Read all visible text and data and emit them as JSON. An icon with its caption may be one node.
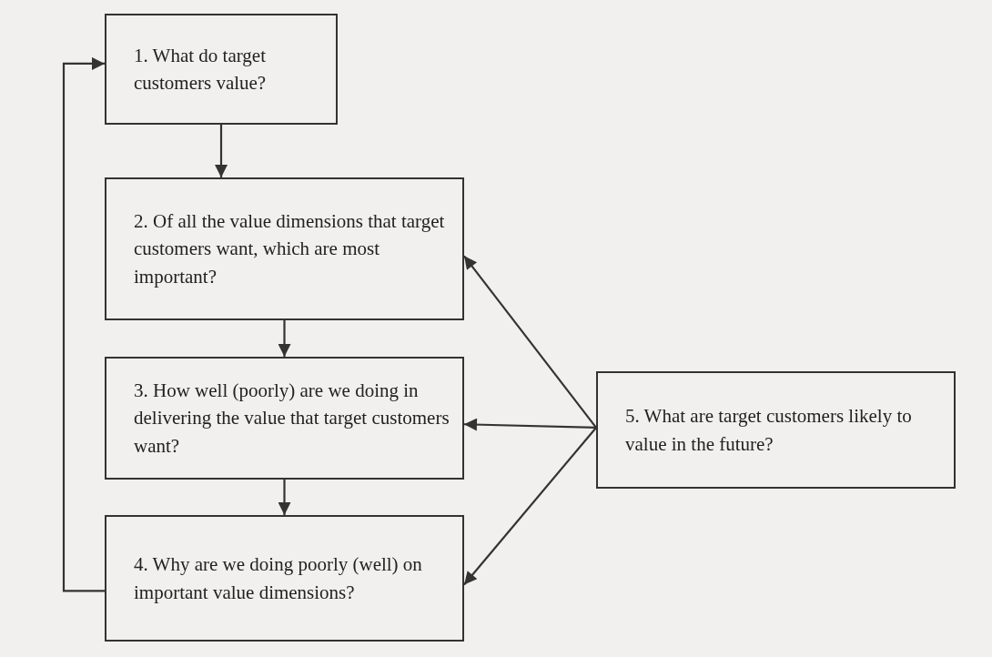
{
  "diagram": {
    "nodes": [
      {
        "text": [
          "1. What do target customers value?"
        ]
      },
      {
        "text": [
          "2. Of all the value dimensions that target customers want, which are most important?"
        ]
      },
      {
        "text": [
          "3. How well (poorly) are we doing in delivering the value that target customers want?"
        ]
      },
      {
        "text": [
          "4. Why are we doing poorly (well) on important value dimensions?"
        ]
      },
      {
        "text": [
          "5. What are target customers likely to value in the future?"
        ]
      }
    ],
    "edges": [
      {
        "from": 0,
        "to": 1,
        "arrow": "to"
      },
      {
        "from": 1,
        "to": 2,
        "arrow": "to"
      },
      {
        "from": 2,
        "to": 3,
        "arrow": "to"
      },
      {
        "from": 3,
        "to": 0,
        "arrow": "to"
      },
      {
        "from": 4,
        "to": 1,
        "arrow": "to"
      },
      {
        "from": 4,
        "to": 2,
        "arrow": "to"
      },
      {
        "from": 4,
        "to": 3,
        "arrow": "to"
      }
    ]
  }
}
